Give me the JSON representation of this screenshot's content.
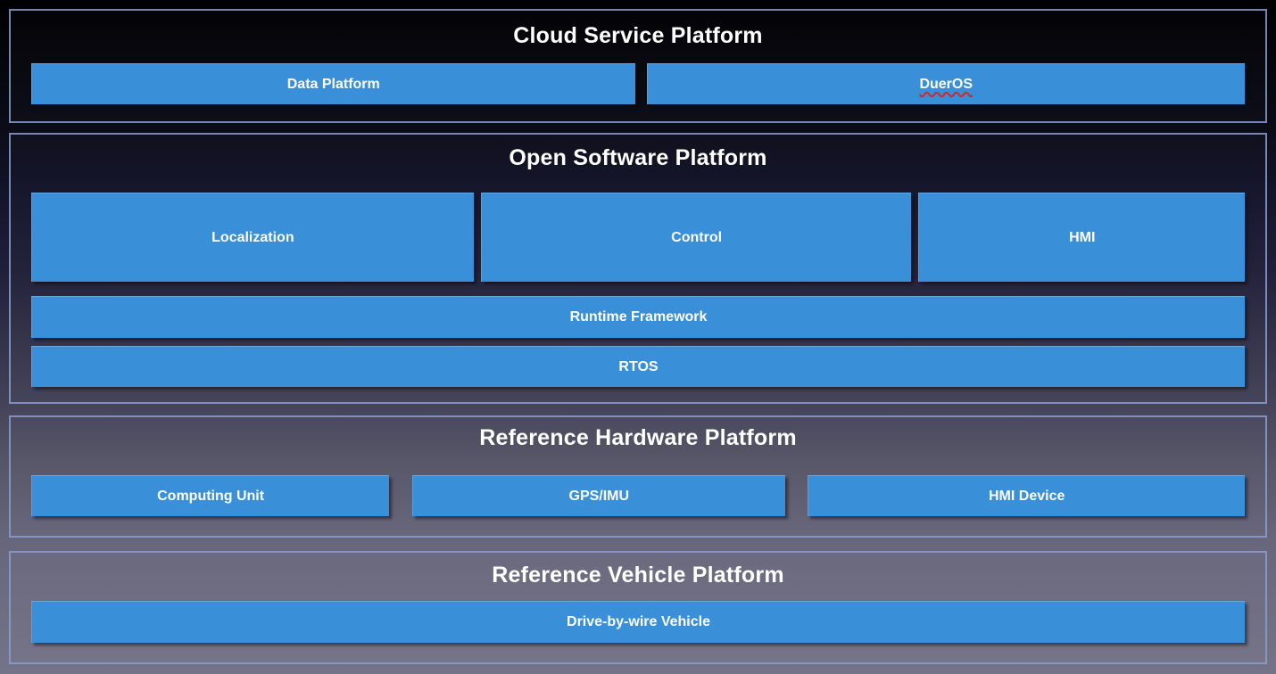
{
  "diagram": {
    "colors": {
      "box_fill": "#398fd8",
      "panel_border": "#8b9ccd",
      "title_text": "#ffffff",
      "box_text": "#ffffff",
      "spellcheck_underline": "#cc2b2b",
      "background_top": "#000002",
      "background_middle": "#201f38",
      "background_bottom": "#757388"
    },
    "sections": [
      {
        "title": "Cloud Service Platform",
        "boxes": [
          {
            "label": "Data Platform"
          },
          {
            "label": "DuerOS",
            "spellcheck_marked": true
          }
        ]
      },
      {
        "title": "Open Software Platform",
        "module_boxes": [
          {
            "label": "Localization"
          },
          {
            "label": "Control"
          },
          {
            "label": "HMI"
          }
        ],
        "layer_boxes": [
          {
            "label": "Runtime Framework"
          },
          {
            "label": "RTOS"
          }
        ]
      },
      {
        "title": "Reference Hardware Platform",
        "boxes": [
          {
            "label": "Computing Unit"
          },
          {
            "label": "GPS/IMU"
          },
          {
            "label": "HMI Device"
          }
        ]
      },
      {
        "title": "Reference Vehicle Platform",
        "boxes": [
          {
            "label": "Drive-by-wire Vehicle"
          }
        ]
      }
    ]
  }
}
